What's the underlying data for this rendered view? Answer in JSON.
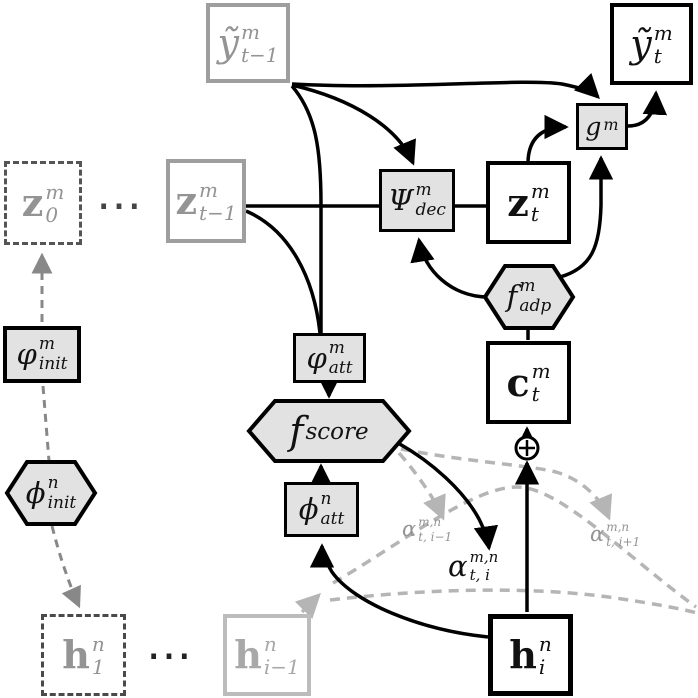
{
  "figure": {
    "type": "neural-attention-decoder-diagram",
    "background": "#ffffff",
    "colors": {
      "node_fill_gray": "#e2e2e2",
      "solid_edge": "#000000",
      "init_dashed_edge": "#888888",
      "attention_dashed_edge": "#b5b5b5",
      "faded_node": "#949494"
    }
  },
  "icons": {
    "sum_icon": "⊕"
  },
  "nodes": {
    "y_prev": {
      "base": "ỹ",
      "sup": "m",
      "sub": "t−1"
    },
    "y_cur": {
      "base": "ỹ",
      "sup": "m",
      "sub": "t"
    },
    "g": {
      "base": "g",
      "sup": "m",
      "sub": ""
    },
    "z0": {
      "base": "z",
      "sup": "m",
      "sub": "0"
    },
    "z_prev": {
      "base": "z",
      "sup": "m",
      "sub": "t−1"
    },
    "psi_dec": {
      "base": "Ψ",
      "sup": "m",
      "sub": "dec"
    },
    "z_cur": {
      "base": "z",
      "sup": "m",
      "sub": "t"
    },
    "f_adp": {
      "base": "f",
      "sup": "m",
      "sub": "adp"
    },
    "phi_m_init": {
      "base": "φ",
      "sup": "m",
      "sub": "init"
    },
    "phi_n_init": {
      "base": "ϕ",
      "sup": "n",
      "sub": "init"
    },
    "phi_m_att": {
      "base": "φ",
      "sup": "m",
      "sub": "att"
    },
    "f_score": {
      "base": "f",
      "sup": "",
      "sub": "score"
    },
    "phi_n_att": {
      "base": "ϕ",
      "sup": "n",
      "sub": "att"
    },
    "c": {
      "base": "c",
      "sup": "m",
      "sub": "t"
    },
    "alpha_prev": {
      "base": "α",
      "sup": "m,n",
      "sub": "t, i−1"
    },
    "alpha_cur": {
      "base": "α",
      "sup": "m,n",
      "sub": "t, i"
    },
    "alpha_next": {
      "base": "α",
      "sup": "m,n",
      "sub": "t, i+1"
    },
    "h1": {
      "base": "h",
      "sup": "n",
      "sub": "1"
    },
    "h_prev": {
      "base": "h",
      "sup": "n",
      "sub": "i−1"
    },
    "h_cur": {
      "base": "h",
      "sup": "n",
      "sub": "i"
    }
  },
  "ellipsis": {
    "z_row": "⋯",
    "h_row": "⋯"
  }
}
